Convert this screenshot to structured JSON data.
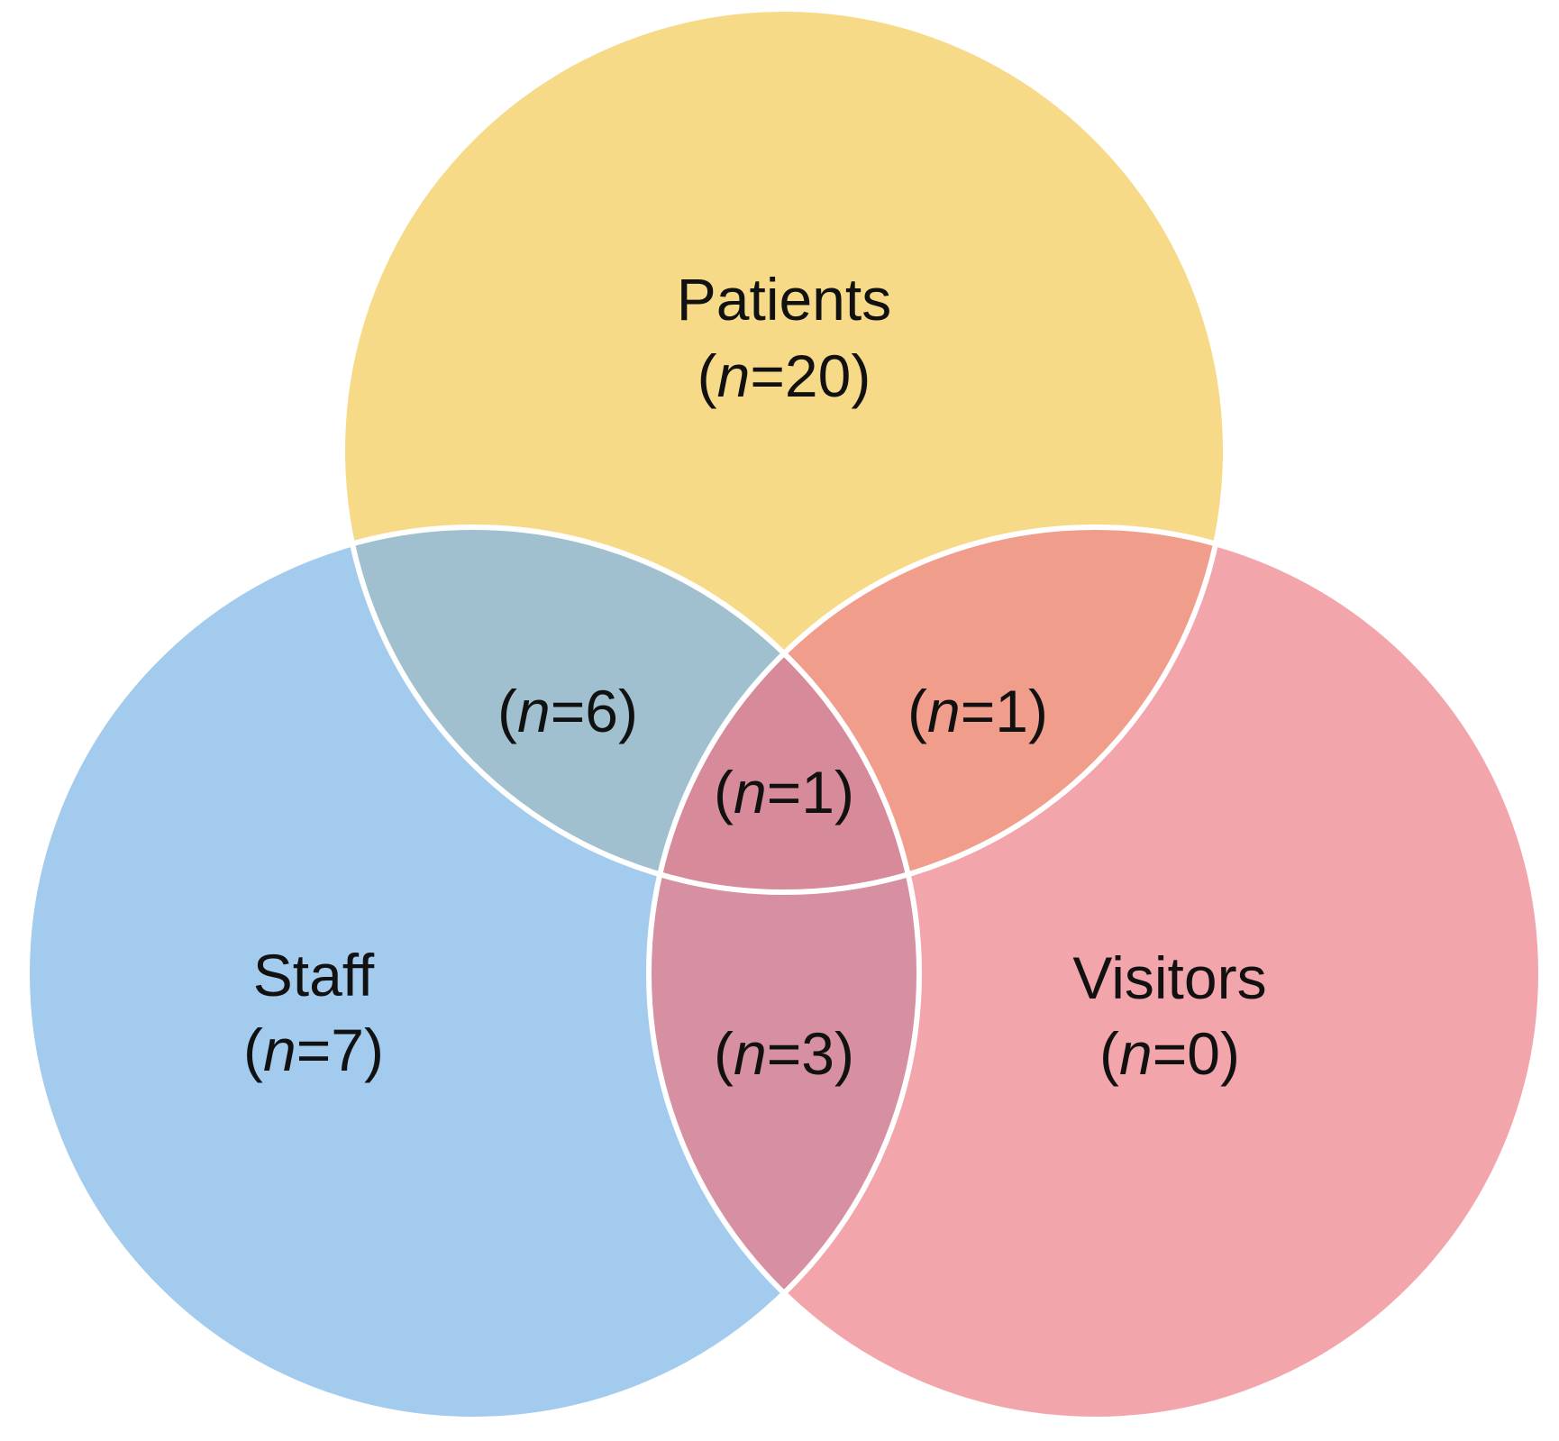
{
  "colors": {
    "patients": "#f6da88",
    "staff": "#a3cbee",
    "visitors": "#f2a5ab",
    "patients_staff": "#a0c0cf",
    "patients_visitors": "#f09e8b",
    "staff_visitors": "#d690a2",
    "all_three": "#d68a9a",
    "outline": "#ffffff"
  },
  "sets": {
    "patients": {
      "name": "Patients",
      "count": "20"
    },
    "staff": {
      "name": "Staff",
      "count": "7"
    },
    "visitors": {
      "name": "Visitors",
      "count": "0"
    }
  },
  "intersections": {
    "patients_staff": {
      "count": "6"
    },
    "patients_visitors": {
      "count": "1"
    },
    "staff_visitors": {
      "count": "3"
    },
    "all_three": {
      "count": "1"
    }
  },
  "n_symbol": "n"
}
